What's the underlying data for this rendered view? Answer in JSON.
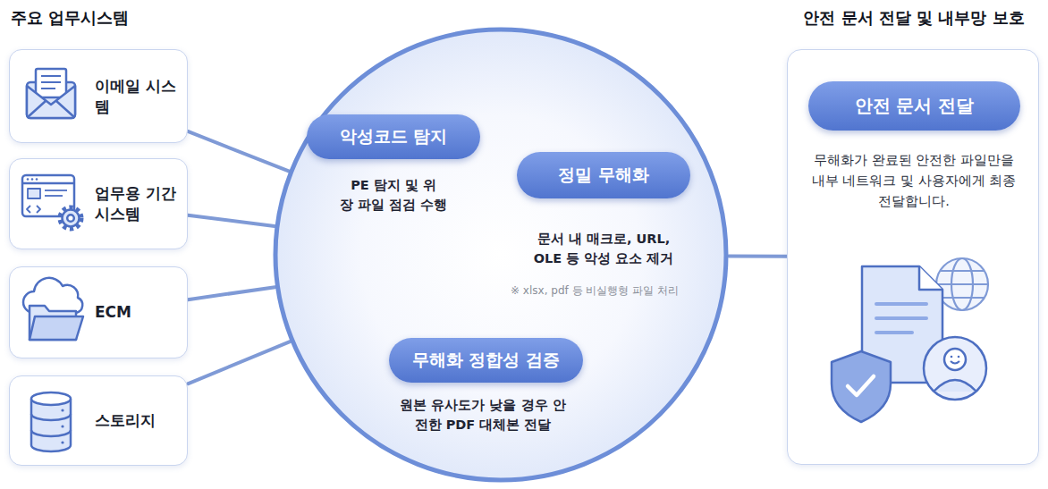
{
  "diagram": {
    "nodes": [
      {
        "text": [
          "이메일 시스템"
        ]
      },
      {
        "text": [
          "업무용 기간 시스템"
        ]
      },
      {
        "text": [
          "ECM"
        ]
      },
      {
        "text": [
          "스토리지"
        ]
      },
      {
        "text": [
          "PE 탐지 및 위장 파일 점검 수행",
          "문서 내 매크로, URL, OLE 등 악성 요소 제거",
          "※ xlsx, pdf 등 비실행형 파일 처리",
          "원본 유사도가 낮을 경우 안전한 PDF 대체본 전달"
        ]
      },
      {
        "text": [
          "악성코드 탐지"
        ],
        "in": 4
      },
      {
        "text": [
          "정밀 무해화"
        ],
        "in": 4
      },
      {
        "text": [
          "무해화 정합성 검증"
        ],
        "in": 4
      },
      {
        "text": [
          "안전 문서 전달 및 내부망 보호",
          "무해화가 완료된 안전한 파일만을 내부 네트워크 및 사용자에게 최종 전달합니다."
        ]
      },
      {
        "text": [
          "안전 문서 전달"
        ],
        "in": 8
      }
    ],
    "edges": [
      {
        "from": 0,
        "to": 4,
        "arrow": "none"
      },
      {
        "from": 1,
        "to": 4,
        "arrow": "none"
      },
      {
        "from": 2,
        "to": 4,
        "arrow": "none"
      },
      {
        "from": 3,
        "to": 4,
        "arrow": "none"
      },
      {
        "from": 4,
        "to": 8,
        "arrow": "none"
      }
    ],
    "labels": [
      "주요 업무시스템"
    ]
  }
}
